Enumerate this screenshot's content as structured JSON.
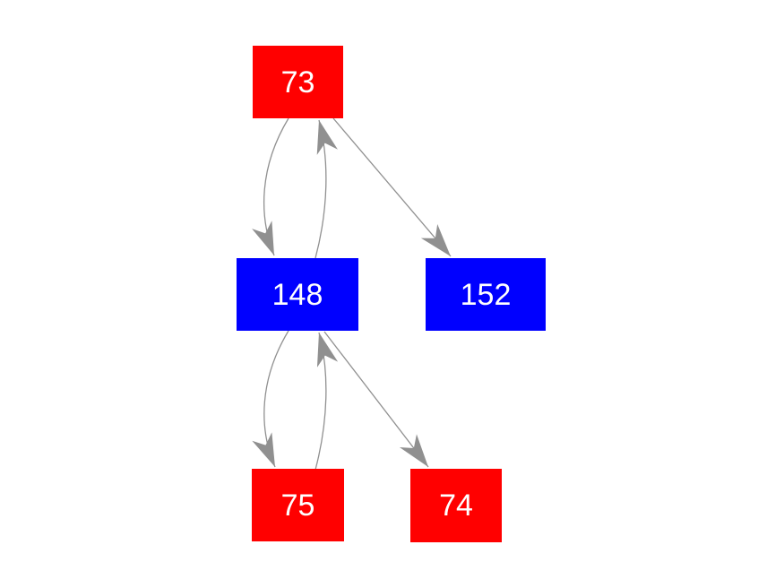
{
  "diagram": {
    "background": "#ffffff",
    "edge_color": "#909090",
    "label_color": "#ffffff",
    "nodes": [
      {
        "id": "73",
        "label": "73",
        "color": "#ff0000",
        "row": "top"
      },
      {
        "id": "148",
        "label": "148",
        "color": "#0000ff",
        "row": "middle"
      },
      {
        "id": "152",
        "label": "152",
        "color": "#0000ff",
        "row": "middle"
      },
      {
        "id": "75",
        "label": "75",
        "color": "#ff0000",
        "row": "bottom"
      },
      {
        "id": "74",
        "label": "74",
        "color": "#ff0000",
        "row": "bottom"
      }
    ],
    "edges": [
      {
        "from": "73",
        "to": "148",
        "style": "curved"
      },
      {
        "from": "148",
        "to": "73",
        "style": "curved"
      },
      {
        "from": "73",
        "to": "152",
        "style": "straight"
      },
      {
        "from": "148",
        "to": "75",
        "style": "curved"
      },
      {
        "from": "75",
        "to": "148",
        "style": "curved"
      },
      {
        "from": "148",
        "to": "74",
        "style": "straight"
      }
    ]
  }
}
